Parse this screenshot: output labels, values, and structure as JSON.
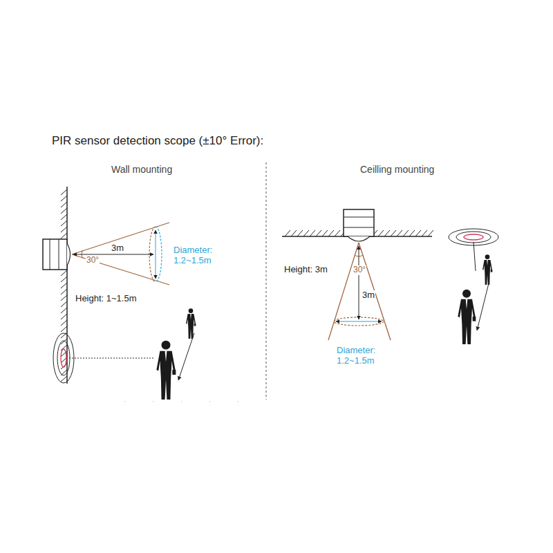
{
  "diagram": {
    "title": "PIR sensor detection scope (±10° Error):",
    "labels": [
      "Wall mounting",
      "3m",
      "30°",
      "Diameter: 1.2~1.5m",
      "Height: 1~1.5m",
      "Ceilling mounting",
      "Height: 3m",
      "30°",
      "3m",
      "Diameter: 1.2~1.5m"
    ]
  }
}
